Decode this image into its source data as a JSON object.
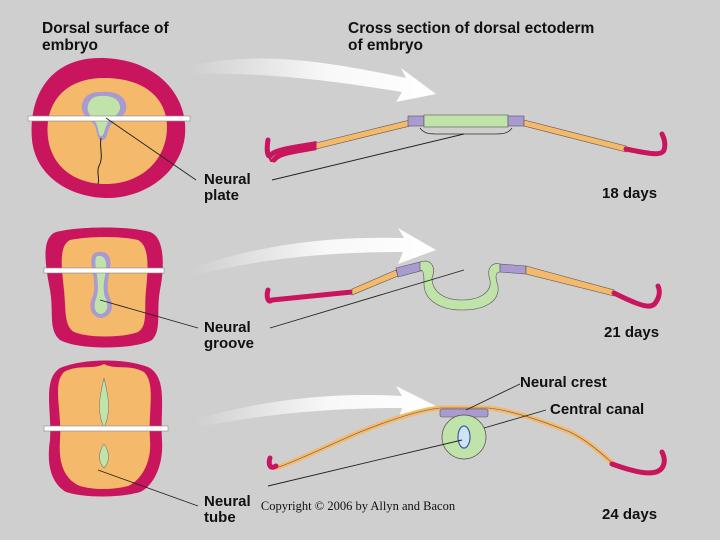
{
  "headers": {
    "left": "Dorsal surface of embryo",
    "right": "Cross section of dorsal ectoderm of embryo"
  },
  "stages": [
    {
      "label": "Neural plate",
      "days": "18 days"
    },
    {
      "label": "Neural groove",
      "days": "21 days"
    },
    {
      "label": "Neural tube",
      "days": "24 days"
    }
  ],
  "annotations": {
    "neural_crest": "Neural crest",
    "central_canal": "Central canal"
  },
  "copyright": "Copyright © 2006 by Allyn and Bacon",
  "colors": {
    "background": "#cfcfd0",
    "ectoderm": "#f5b96b",
    "outer_rim": "#c8155d",
    "neural_tissue": "#bfe3a8",
    "neural_crest": "#a99ad0",
    "arrow": "#ffffff"
  }
}
